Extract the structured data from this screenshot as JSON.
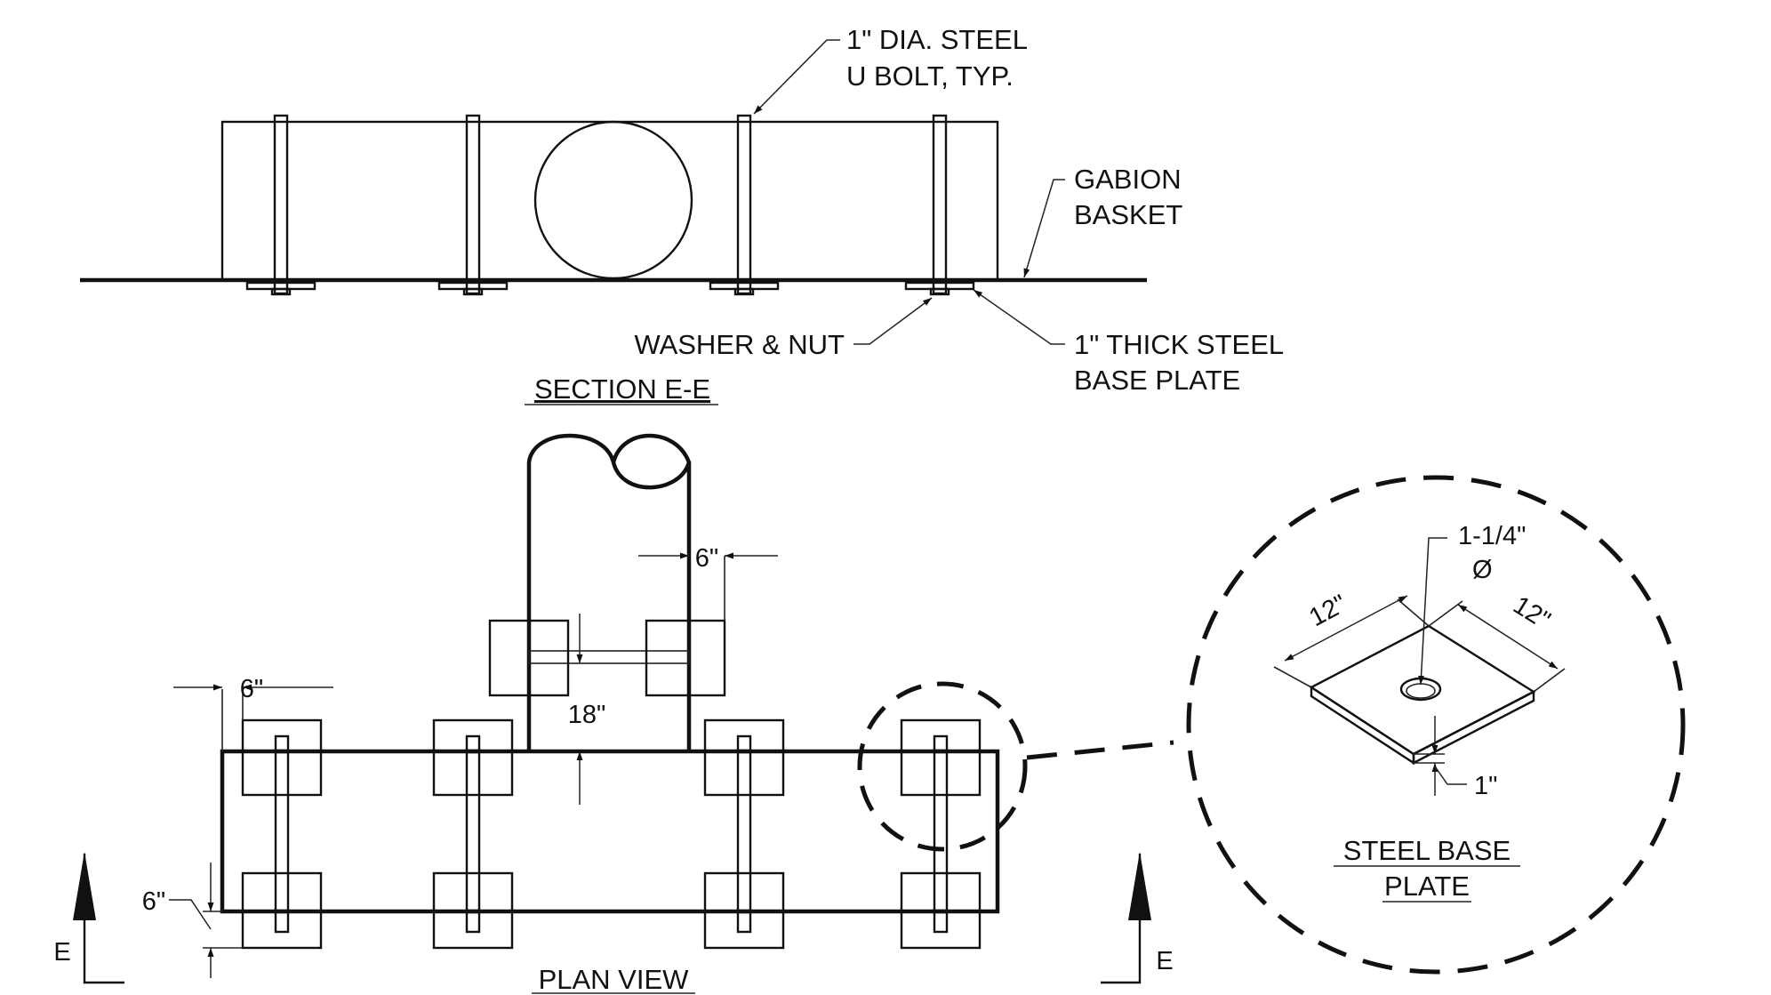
{
  "section": {
    "title": "SECTION E-E",
    "callouts": {
      "ubolt_line1": "1\" DIA. STEEL",
      "ubolt_line2": "U BOLT, TYP.",
      "gabion_line1": "GABION",
      "gabion_line2": "BASKET",
      "washer": "WASHER & NUT",
      "plate_line1": "1\" THICK STEEL",
      "plate_line2": "BASE PLATE"
    }
  },
  "plan": {
    "title": "PLAN VIEW",
    "dims": {
      "pipe_offset": "6\"",
      "plate_overhang": "6\"",
      "plate_edge": "6\"",
      "pipe_gap": "18\""
    },
    "section_marks": {
      "left": "E",
      "right": "E"
    }
  },
  "detail": {
    "title_line1": "STEEL BASE",
    "title_line2": "PLATE",
    "hole_dia_line1": "1-1/4\"",
    "hole_dia_line2": "Ø",
    "side_a": "12\"",
    "side_b": "12\"",
    "thickness": "1\""
  }
}
